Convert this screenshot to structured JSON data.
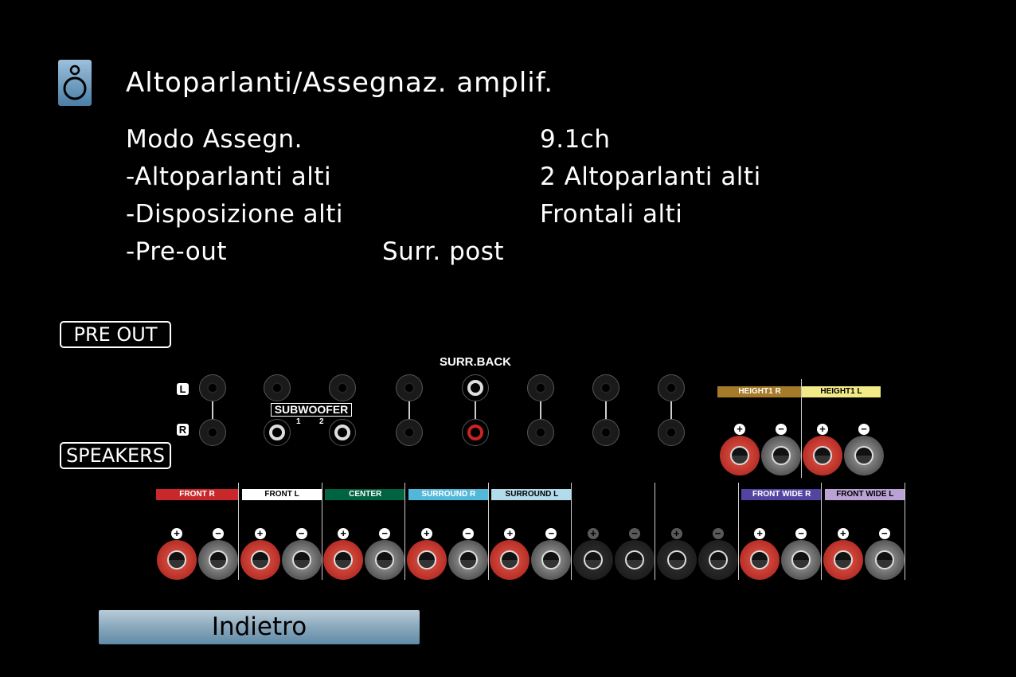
{
  "header": {
    "title": "Altoparlanti/Assegnaz. amplif."
  },
  "settings": [
    {
      "label": "Modo Assegn.",
      "value": "9.1ch"
    },
    {
      "label": "-Altoparlanti alti",
      "value": "2 Altoparlanti alti"
    },
    {
      "label": "-Disposizione alti",
      "value": "Frontali alti"
    },
    {
      "label": "-Pre-out",
      "value": "Surr. post"
    }
  ],
  "diagram": {
    "pre_out_label": "PRE OUT",
    "speakers_label": "SPEAKERS",
    "surr_back_label": "SURR.BACK",
    "subwoofer_label": "SUBWOOFER",
    "sub1": "1",
    "sub2": "2",
    "left_badge": "L",
    "right_badge": "R",
    "plus": "+",
    "minus": "−",
    "height_channels": [
      {
        "name": "HEIGHT1 R",
        "color": "#a57a28",
        "text_color": "#ffffff"
      },
      {
        "name": "HEIGHT1 L",
        "color": "#f2ea86",
        "text_color": "#000000"
      }
    ],
    "speaker_channels": [
      {
        "name": "FRONT R",
        "color": "#c8282a",
        "text_color": "#ffffff",
        "active": true
      },
      {
        "name": "FRONT L",
        "color": "#ffffff",
        "text_color": "#000000",
        "active": true
      },
      {
        "name": "CENTER",
        "color": "#006342",
        "text_color": "#ffffff",
        "active": true
      },
      {
        "name": "SURROUND R",
        "color": "#52b8da",
        "text_color": "#ffffff",
        "active": true
      },
      {
        "name": "SURROUND L",
        "color": "#b2dcec",
        "text_color": "#000000",
        "active": true
      },
      {
        "name": "",
        "color": "#000000",
        "text_color": "#ffffff",
        "active": false
      },
      {
        "name": "",
        "color": "#000000",
        "text_color": "#ffffff",
        "active": false
      },
      {
        "name": "FRONT WIDE R",
        "color": "#5444a2",
        "text_color": "#ffffff",
        "active": true
      },
      {
        "name": "FRONT WIDE L",
        "color": "#baa2d4",
        "text_color": "#000000",
        "active": true
      }
    ]
  },
  "footer": {
    "back_label": "Indietro"
  }
}
